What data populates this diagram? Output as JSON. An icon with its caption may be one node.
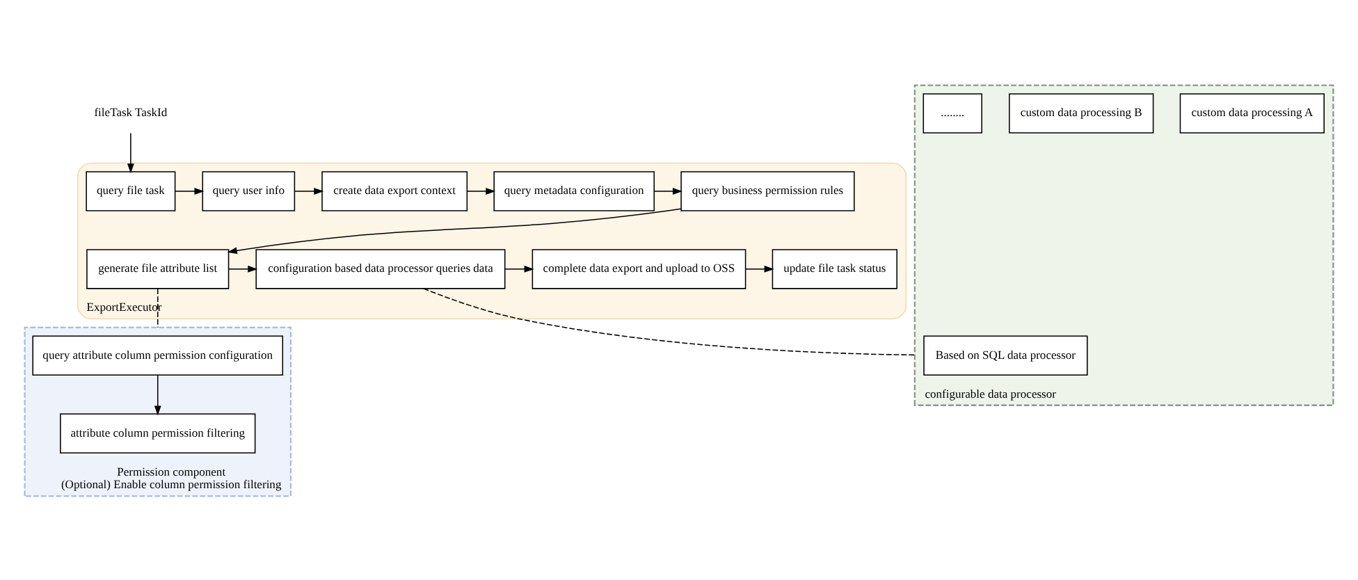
{
  "diagram": {
    "nodes": [
      {
        "text": [
          "fileTask TaskId"
        ]
      },
      {
        "text": [
          "ExportExecutor"
        ]
      },
      {
        "text": [
          "query file task"
        ],
        "in": 1
      },
      {
        "text": [
          "query user info"
        ],
        "in": 1
      },
      {
        "text": [
          "create data export context"
        ],
        "in": 1
      },
      {
        "text": [
          "query metadata configuration"
        ],
        "in": 1
      },
      {
        "text": [
          "query business permission rules"
        ],
        "in": 1
      },
      {
        "text": [
          "generate file attribute list"
        ],
        "in": 1
      },
      {
        "text": [
          "configuration based data processor queries data"
        ],
        "in": 1
      },
      {
        "text": [
          "complete data export and upload to OSS"
        ],
        "in": 1
      },
      {
        "text": [
          "update file task status"
        ],
        "in": 1
      },
      {
        "text": [
          "configurable data processor"
        ]
      },
      {
        "text": [
          "Based on SQL data processor"
        ],
        "in": 11
      },
      {
        "text": [
          "custom data processing A"
        ],
        "in": 11
      },
      {
        "text": [
          "custom data processing B"
        ],
        "in": 11
      },
      {
        "text": [
          "........"
        ],
        "in": 11
      },
      {
        "text": [
          "Permission component",
          "(Optional) Enable column permission filtering"
        ]
      },
      {
        "text": [
          "query attribute column permission configuration"
        ],
        "in": 16
      },
      {
        "text": [
          "attribute column permission filtering"
        ],
        "in": 16
      }
    ],
    "edges": [
      {
        "from": 0,
        "to": 2,
        "arrow": "to"
      },
      {
        "from": 2,
        "to": 3,
        "arrow": "to"
      },
      {
        "from": 3,
        "to": 4,
        "arrow": "to"
      },
      {
        "from": 4,
        "to": 5,
        "arrow": "to"
      },
      {
        "from": 5,
        "to": 6,
        "arrow": "to"
      },
      {
        "from": 6,
        "to": 7,
        "arrow": "to"
      },
      {
        "from": 7,
        "to": 8,
        "arrow": "to"
      },
      {
        "from": 8,
        "to": 9,
        "arrow": "to"
      },
      {
        "from": 9,
        "to": 10,
        "arrow": "to"
      },
      {
        "from": 8,
        "to": 11,
        "arrow": "none",
        "style": "dashed"
      },
      {
        "from": 7,
        "to": 16,
        "arrow": "none",
        "style": "dashed"
      },
      {
        "from": 17,
        "to": 18,
        "arrow": "to"
      }
    ]
  }
}
